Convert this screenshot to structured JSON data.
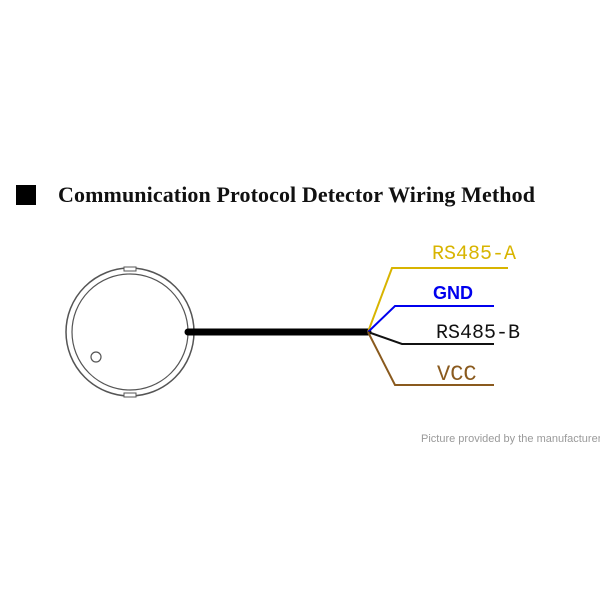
{
  "title": "Communication Protocol Detector Wiring Method",
  "wires": [
    {
      "label": "RS485-A",
      "color": "#d8b400"
    },
    {
      "label": "GND",
      "color": "#0000ee"
    },
    {
      "label": "RS485-B",
      "color": "#111111"
    },
    {
      "label": "VCC",
      "color": "#8a5a1e"
    }
  ],
  "caption": "Picture provided by the manufacturer",
  "icons": {
    "bullet": "filled-square-icon",
    "sensor": "round-detector-icon"
  }
}
